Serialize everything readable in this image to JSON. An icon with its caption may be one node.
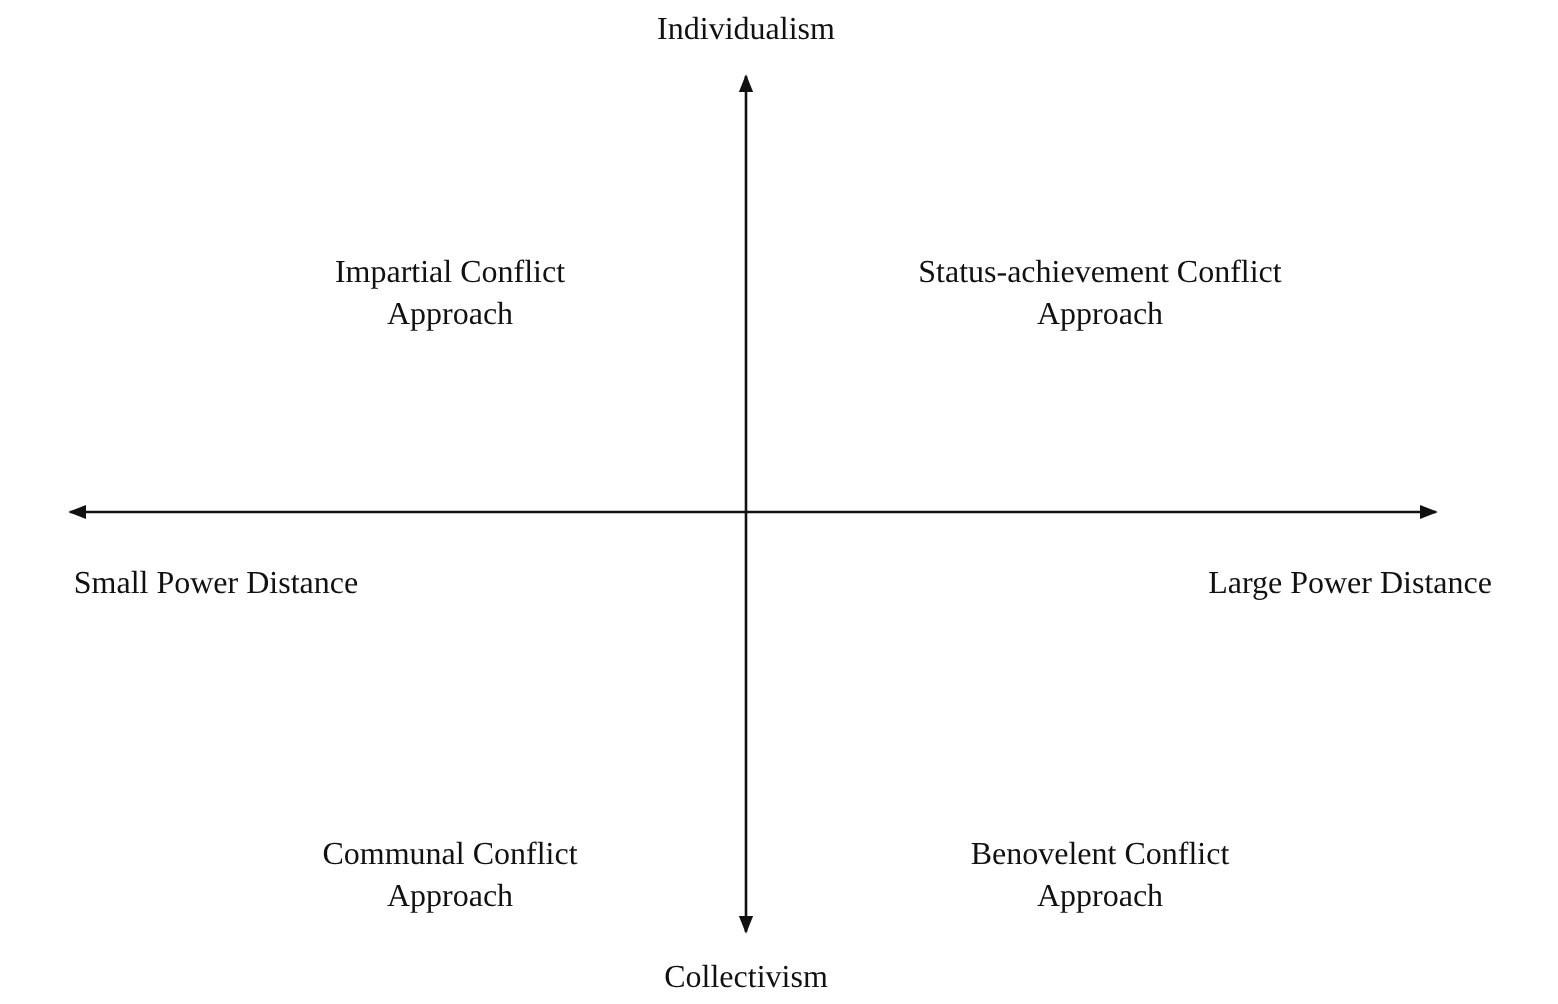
{
  "diagram": {
    "labels": [
      "Individualism",
      "Impartial Conflict Approach",
      "Status-achievement Conflict Approach",
      "Small Power Distance",
      "Large Power Distance",
      "Communal Conflict Approach",
      "Benovelent Conflict Approach",
      "Collectivism"
    ]
  }
}
